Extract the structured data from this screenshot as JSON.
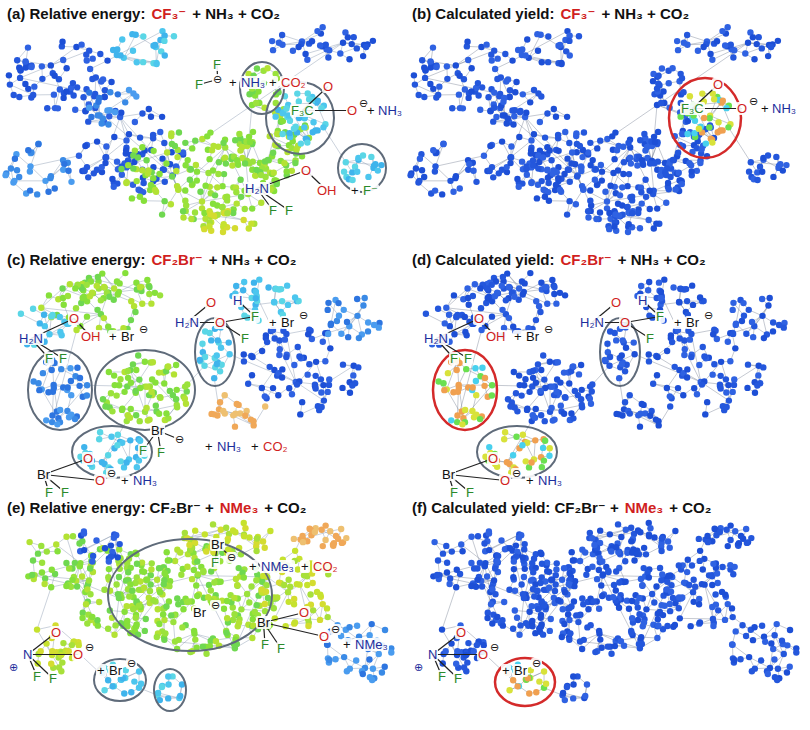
{
  "diagram": {
    "labels": [
      "(a) Relative energy:",
      "CF₃⁻",
      "+ NH₃ + CO₂",
      "F",
      "F",
      "⊖",
      "+",
      "NH₃",
      "+",
      "CO₂",
      "O",
      "F₃C",
      "O",
      "⊖",
      "+",
      "NH₃",
      "H₂N",
      "O",
      "OH",
      "F",
      "F",
      "+",
      "F⁻",
      "(b) Calculated yield:",
      "CF₃⁻",
      "+ NH₃ + CO₂",
      "O",
      "F₃C",
      "O",
      "⊖",
      "+",
      "NH₃",
      "(c) Relative energy:",
      "CF₂Br⁻",
      "+ NH₃ + CO₂",
      "H₂N",
      "O",
      "OH",
      "F",
      "F",
      "+",
      "Br",
      "⊖",
      "O",
      "H",
      "H₂N",
      "O",
      "F",
      "F",
      "+",
      "Br",
      "⊖",
      "Br",
      "F",
      "F",
      "⊖",
      "+",
      "NH₃",
      "+",
      "CO₂",
      "Br",
      "F",
      "F",
      "O",
      "O",
      "⊖",
      "+",
      "NH₃",
      "(d) Calculated yield:",
      "CF₂Br⁻",
      "+ NH₃ + CO₂",
      "H₂N",
      "O",
      "OH",
      "F",
      "F",
      "+",
      "Br",
      "⊖",
      "O",
      "H",
      "H₂N",
      "O",
      "F",
      "F",
      "+",
      "Br",
      "⊖",
      "Br",
      "F",
      "F",
      "O",
      "O",
      "⊖",
      "+",
      "NH₃",
      "(e) Relative energy: CF₂Br⁻ +",
      "NMe₃",
      "+ CO₂",
      "Br",
      "F",
      "⊖",
      "+",
      "NMe₃",
      "+",
      "CO₂",
      "N",
      "⊕",
      "O",
      "O",
      "⊖",
      "F",
      "F",
      "+",
      "Br",
      "⊖",
      "Br",
      "⊖",
      "Br",
      "F",
      "F",
      "O",
      "O",
      "⊖",
      "+",
      "NMe₃",
      "(f) Calculated yield: CF₂Br⁻ +",
      "NMe₃",
      "+ CO₂",
      "N",
      "⊕",
      "O",
      "O",
      "⊖",
      "F",
      "F",
      "+",
      "Br",
      "⊖"
    ]
  }
}
